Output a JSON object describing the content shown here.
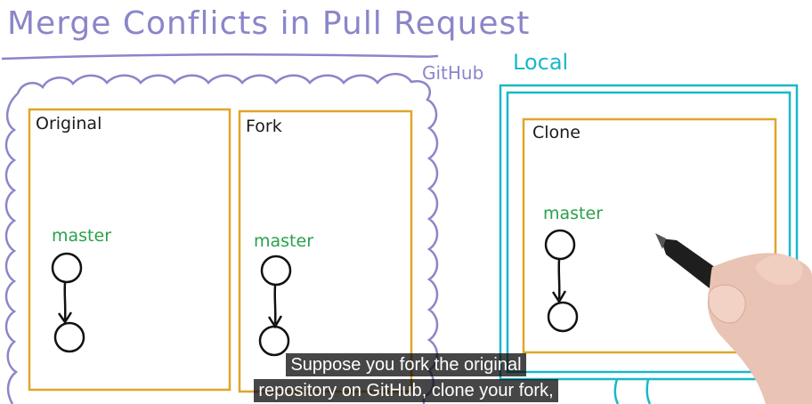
{
  "title": "Merge Conflicts in Pull Request",
  "regions": {
    "github": "GitHub",
    "local": "Local"
  },
  "boxes": {
    "original": {
      "label": "Original",
      "branch": "master"
    },
    "fork": {
      "label": "Fork",
      "branch": "master"
    },
    "clone": {
      "label": "Clone",
      "branch": "master"
    }
  },
  "subtitles": {
    "line1": "Suppose you fork the original",
    "line2": "repository on GitHub, clone your fork,"
  },
  "colors": {
    "title": "#8a86c9",
    "github_outline": "#8a86c9",
    "local_outline": "#19b8c9",
    "repo_box": "#e0a52a",
    "branch": "#2aa14b",
    "commit": "#111111"
  }
}
